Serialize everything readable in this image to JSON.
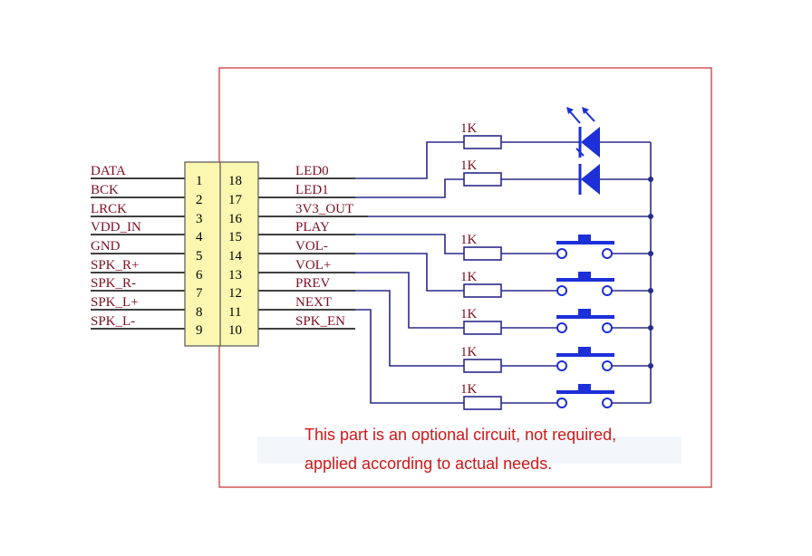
{
  "connector": {
    "left_labels": [
      "DATA",
      "BCK",
      "LRCK",
      "VDD_IN",
      "GND",
      "SPK_R+",
      "SPK_R-",
      "SPK_L+",
      "SPK_L-"
    ],
    "left_pins": [
      "1",
      "2",
      "3",
      "4",
      "5",
      "6",
      "7",
      "8",
      "9"
    ],
    "right_pins": [
      "18",
      "17",
      "16",
      "15",
      "14",
      "13",
      "12",
      "11",
      "10"
    ],
    "right_labels": [
      "LED0",
      "LED1",
      "3V3_OUT",
      "PLAY",
      "VOL-",
      "VOL+",
      "PREV",
      "NEXT",
      "SPK_EN"
    ]
  },
  "resistors": [
    "1K",
    "1K",
    "1K",
    "1K",
    "1K",
    "1K",
    "1K"
  ],
  "note": {
    "line1": "This part is an optional circuit, not required,",
    "line2": "applied according to actual needs."
  },
  "colors": {
    "connector_fill": "#fbf7b0",
    "frame": "#cc2a2a",
    "note_text": "#d01818",
    "wire": "#2a2a8a",
    "component": "#1c2fd8"
  }
}
